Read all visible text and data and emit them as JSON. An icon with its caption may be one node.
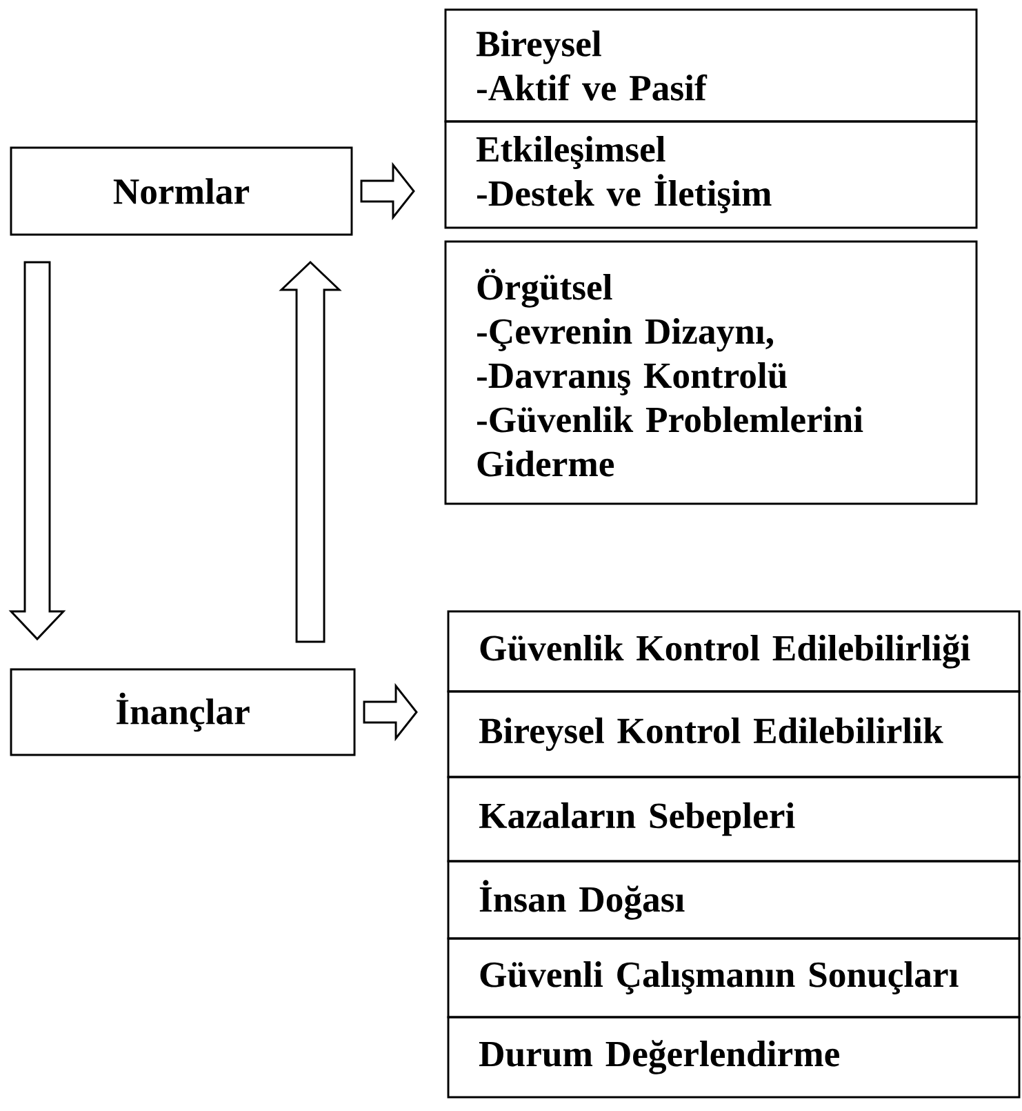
{
  "diagram": {
    "nodes": [
      {
        "text": [
          "Normlar"
        ]
      },
      {
        "text": [
          "Bireysel",
          "-Aktif ve Pasif"
        ]
      },
      {
        "text": [
          "Etkileşimsel",
          "-Destek ve İletişim"
        ]
      },
      {
        "text": [
          "Örgütsel",
          "-Çevrenin Dizaynı,",
          "-Davranış Kontrolü",
          "-Güvenlik Problemlerini Giderme"
        ]
      },
      {
        "text": [
          "İnançlar"
        ]
      },
      {
        "text": [
          "Güvenlik Kontrol Edilebilirliği"
        ]
      },
      {
        "text": [
          "Bireysel Kontrol Edilebilirlik"
        ]
      },
      {
        "text": [
          "Kazaların Sebepleri"
        ]
      },
      {
        "text": [
          "İnsan Doğası"
        ]
      },
      {
        "text": [
          "Güvenli Çalışmanın Sonuçları"
        ]
      },
      {
        "text": [
          "Durum Değerlendirme"
        ]
      }
    ],
    "edges": [
      {
        "from": 0,
        "to": 2,
        "arrow": "to"
      },
      {
        "from": 0,
        "to": 4,
        "arrow": "to"
      },
      {
        "from": 4,
        "to": 0,
        "arrow": "to"
      },
      {
        "from": 4,
        "to": 6,
        "arrow": "to"
      }
    ]
  }
}
